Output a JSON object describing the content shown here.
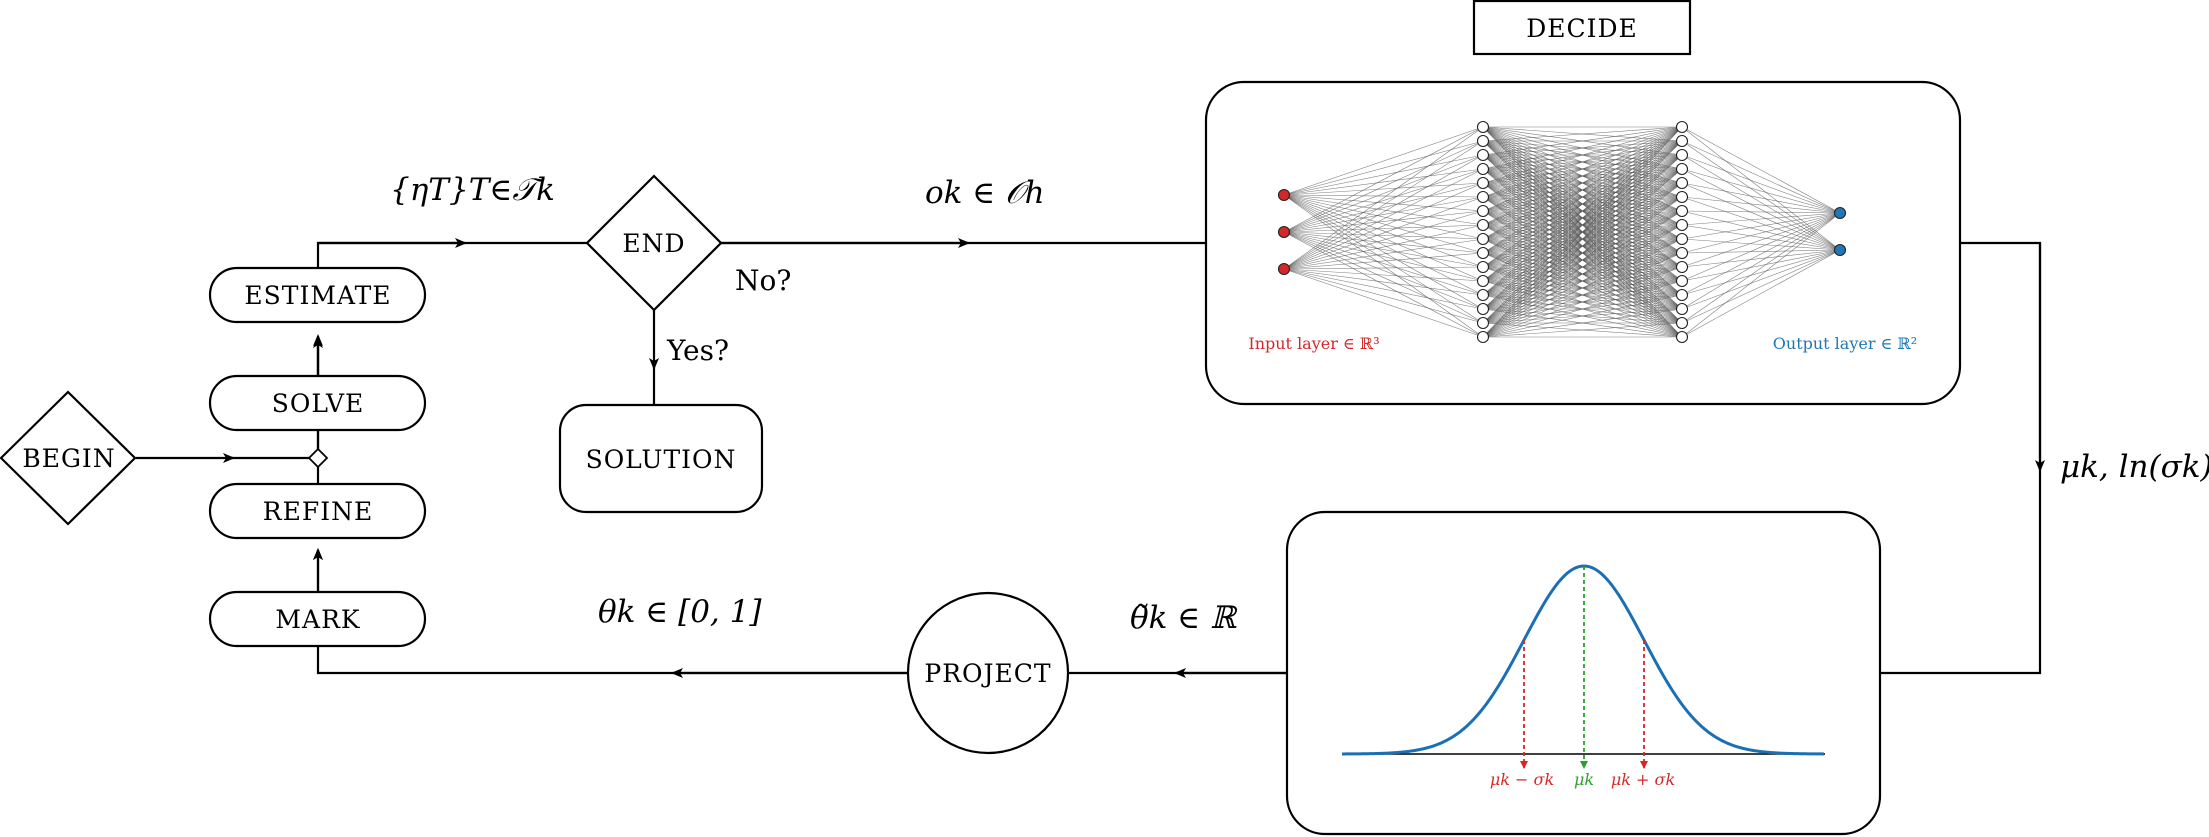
{
  "nodes": {
    "begin": "BEGIN",
    "solve": "SOLVE",
    "estimate": "ESTIMATE",
    "refine": "REFINE",
    "mark": "MARK",
    "end": "END",
    "solution": "SOLUTION",
    "decide": "DECIDE",
    "project": "PROJECT"
  },
  "edges": {
    "no": "No?",
    "yes": "Yes?",
    "eta": "{ηT}T∈𝒯k",
    "obs": "ok ∈ 𝒪h",
    "mu_sigma": "μk, ln(σk)",
    "theta_tilde": "θ̃k ∈ ℝ",
    "theta": "θk ∈ [0, 1]"
  },
  "nn": {
    "input_label": "Input layer ∈ ℝ³",
    "output_label": "Output layer ∈ ℝ²",
    "input_count": 3,
    "hidden_count": 16,
    "output_count": 2,
    "input_color": "#d62728",
    "output_color": "#1f77b4"
  },
  "gauss": {
    "left_label": "μk − σk",
    "center_label": "μk",
    "right_label": "μk + σk",
    "curve_color": "#1a6fb5",
    "center_color": "#2ca02c",
    "side_color": "#d62728"
  }
}
